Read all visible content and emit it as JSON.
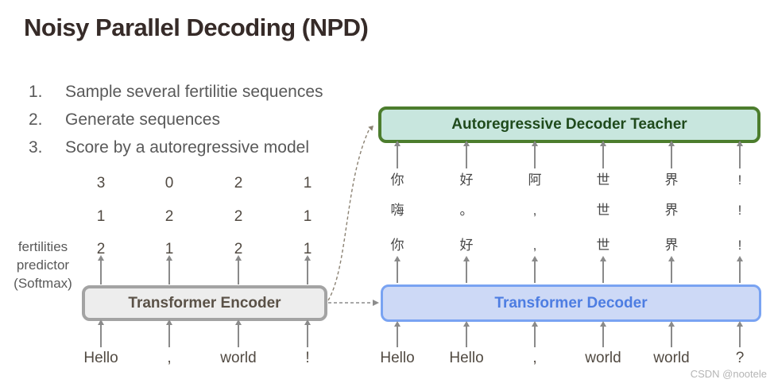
{
  "slide": {
    "title": "Noisy Parallel Decoding (NPD)",
    "steps": [
      {
        "num": "1.",
        "text": "Sample several fertilitie sequences"
      },
      {
        "num": "2.",
        "text": "Generate sequences"
      },
      {
        "num": "3.",
        "text": "Score by a autoregressive model"
      }
    ]
  },
  "encoder": {
    "label": "Transformer Encoder",
    "inputs": [
      "Hello",
      ",",
      "world",
      "!"
    ],
    "fertility_rows": [
      [
        "3",
        "0",
        "2",
        "1"
      ],
      [
        "1",
        "2",
        "2",
        "1"
      ],
      [
        "2",
        "1",
        "2",
        "1"
      ]
    ],
    "predictor_label": [
      "fertilities",
      "predictor",
      "(Softmax)"
    ]
  },
  "teacher": {
    "label": "Autoregressive Decoder Teacher"
  },
  "decoder": {
    "label": "Transformer Decoder",
    "inputs": [
      "Hello",
      "Hello",
      ",",
      "world",
      "world",
      "?"
    ],
    "output_rows": [
      [
        "你",
        "好",
        "阿",
        "世",
        "界",
        "!"
      ],
      [
        "嗨",
        "。",
        ",",
        "世",
        "界",
        "!"
      ],
      [
        "你",
        "好",
        ",",
        "世",
        "界",
        "!"
      ]
    ]
  },
  "watermark": "CSDN @nootele",
  "colors": {
    "title_text": "#362b28",
    "body_text": "#595959",
    "token_text": "#514a42",
    "encoder_fill": "#ededed",
    "encoder_border": "#a3a3a3",
    "encoder_text": "#5a5147",
    "decoder_fill": "#cdd9f6",
    "decoder_border": "#79a3f2",
    "decoder_text": "#4d7de2",
    "teacher_fill": "#c8e6de",
    "teacher_border": "#4c7d2d",
    "teacher_text": "#1f4a1c",
    "arrow": "#8a8a8a",
    "dashed_connector": "#8b8273",
    "watermark_text": "#b5b5b5"
  }
}
